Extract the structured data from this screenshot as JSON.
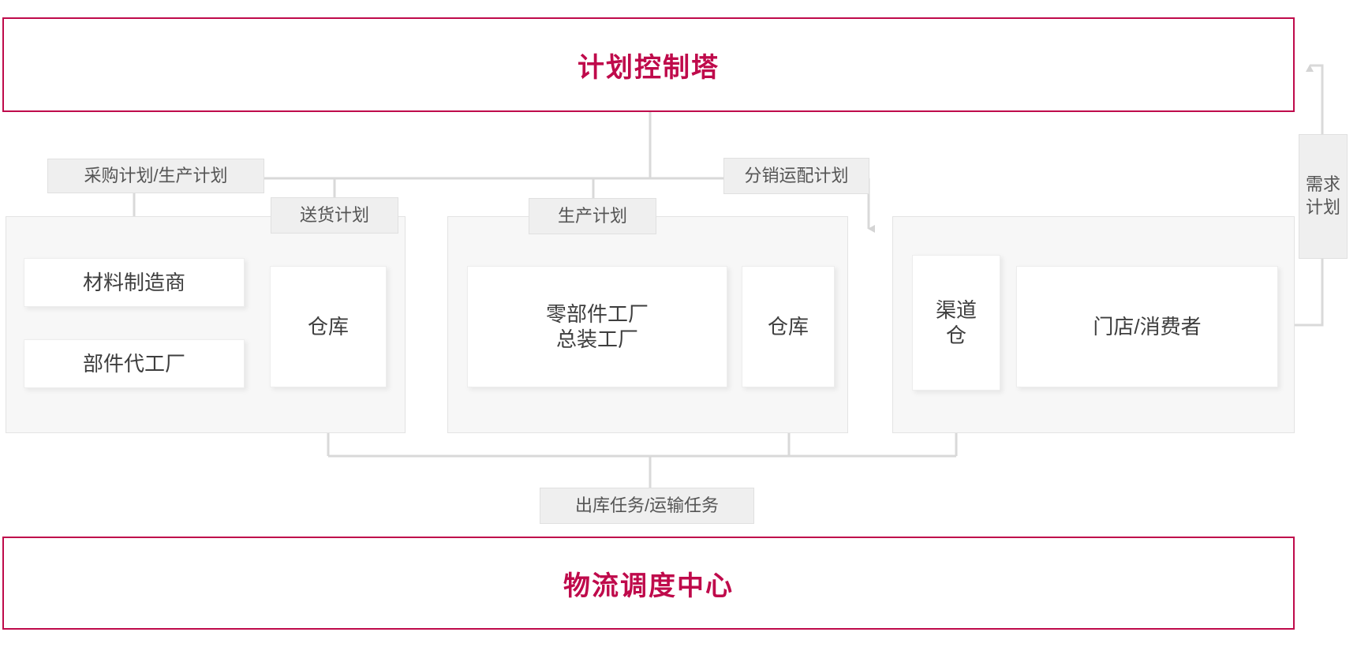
{
  "diagram": {
    "title_top": "计划控制塔",
    "title_bottom": "物流调度中心",
    "accent_color": "#bf0a4b",
    "line_color": "#d9d9d9",
    "panel_color": "#f7f7f7",
    "tag_color": "#efefef"
  },
  "tags": {
    "procurement_production_plan": "采购计划/生产计划",
    "delivery_plan": "送货计划",
    "production_plan": "生产计划",
    "distribution_plan": "分销运配计划",
    "demand_plan": "需求\n计划",
    "demand_plan_line1": "需求",
    "demand_plan_line2": "计划",
    "outbound_transport_task": "出库任务/运输任务"
  },
  "nodes": {
    "material_manufacturer": "材料制造商",
    "component_oem": "部件代工厂",
    "warehouse_left": "仓库",
    "parts_assembly_factory_line1": "零部件工厂",
    "parts_assembly_factory_line2": "总装工厂",
    "warehouse_mid": "仓库",
    "channel_warehouse_line1": "渠道",
    "channel_warehouse_line2": "仓",
    "store_consumer": "门店/消费者"
  }
}
